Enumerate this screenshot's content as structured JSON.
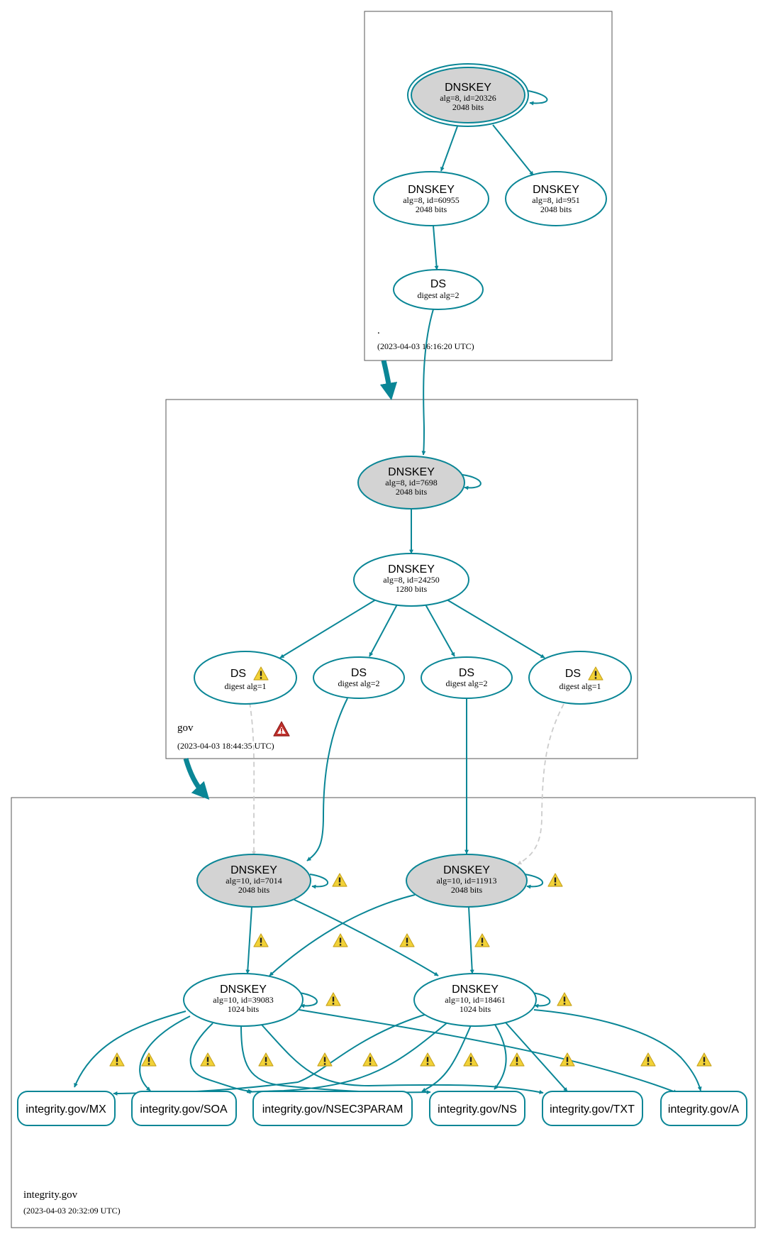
{
  "zones": [
    {
      "id": "root",
      "name": ".",
      "time": "(2023-04-03 16:16:20 UTC)"
    },
    {
      "id": "gov",
      "name": "gov",
      "time": "(2023-04-03 18:44:35 UTC)",
      "status": "error"
    },
    {
      "id": "integrity",
      "name": "integrity.gov",
      "time": "(2023-04-03 20:32:09 UTC)"
    }
  ],
  "nodes": {
    "root_ksk": {
      "title": "DNSKEY",
      "line1": "alg=8, id=20326",
      "line2": "2048 bits",
      "fill": "#d3d3d3",
      "trust_anchor": true
    },
    "root_zsk1": {
      "title": "DNSKEY",
      "line1": "alg=8, id=60955",
      "line2": "2048 bits",
      "fill": "#ffffff"
    },
    "root_zsk2": {
      "title": "DNSKEY",
      "line1": "alg=8, id=951",
      "line2": "2048 bits",
      "fill": "#ffffff"
    },
    "root_ds": {
      "title": "DS",
      "line1": "digest alg=2",
      "line2": "",
      "fill": "#ffffff"
    },
    "gov_ksk": {
      "title": "DNSKEY",
      "line1": "alg=8, id=7698",
      "line2": "2048 bits",
      "fill": "#d3d3d3"
    },
    "gov_zsk": {
      "title": "DNSKEY",
      "line1": "alg=8, id=24250",
      "line2": "1280 bits",
      "fill": "#ffffff"
    },
    "gov_ds1": {
      "title": "DS",
      "line1": "digest alg=1",
      "line2": "",
      "fill": "#ffffff",
      "warning": true
    },
    "gov_ds2": {
      "title": "DS",
      "line1": "digest alg=2",
      "line2": "",
      "fill": "#ffffff"
    },
    "gov_ds3": {
      "title": "DS",
      "line1": "digest alg=2",
      "line2": "",
      "fill": "#ffffff"
    },
    "gov_ds4": {
      "title": "DS",
      "line1": "digest alg=1",
      "line2": "",
      "fill": "#ffffff",
      "warning": true
    },
    "int_ksk1": {
      "title": "DNSKEY",
      "line1": "alg=10, id=7014",
      "line2": "2048 bits",
      "fill": "#d3d3d3"
    },
    "int_ksk2": {
      "title": "DNSKEY",
      "line1": "alg=10, id=11913",
      "line2": "2048 bits",
      "fill": "#d3d3d3"
    },
    "int_zsk1": {
      "title": "DNSKEY",
      "line1": "alg=10, id=39083",
      "line2": "1024 bits",
      "fill": "#ffffff"
    },
    "int_zsk2": {
      "title": "DNSKEY",
      "line1": "alg=10, id=18461",
      "line2": "1024 bits",
      "fill": "#ffffff"
    }
  },
  "rrsets": [
    {
      "id": "mx",
      "label": "integrity.gov/MX"
    },
    {
      "id": "soa",
      "label": "integrity.gov/SOA"
    },
    {
      "id": "nsec3param",
      "label": "integrity.gov/NSEC3PARAM"
    },
    {
      "id": "ns",
      "label": "integrity.gov/NS"
    },
    {
      "id": "txt",
      "label": "integrity.gov/TXT"
    },
    {
      "id": "a",
      "label": "integrity.gov/A"
    }
  ],
  "colors": {
    "edge": "#0a8696",
    "edge_insecure": "#cccccc",
    "node_stroke": "#0a8696",
    "ksk_fill": "#d3d3d3",
    "warning": "#f2d237",
    "error": "#c0302c"
  }
}
